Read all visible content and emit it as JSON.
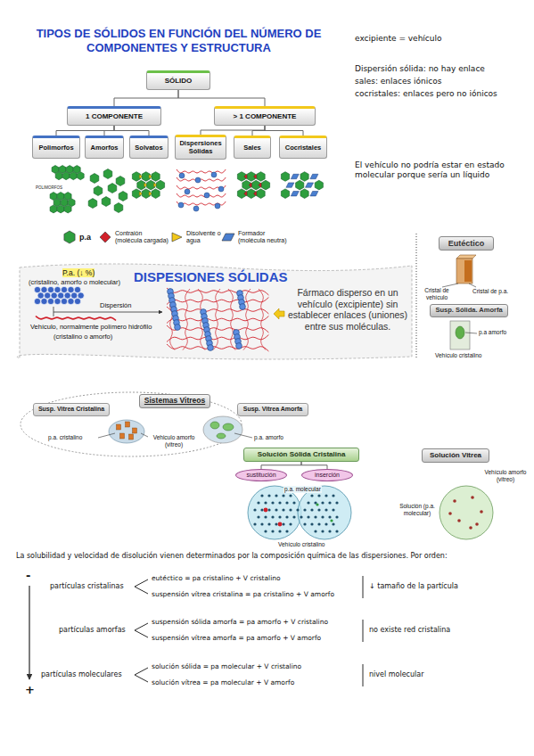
{
  "diagram": {
    "title": "TIPOS DE SÓLIDOS EN FUNCIÓN DEL NÚMERO DE COMPONENTES Y ESTRUCTURA",
    "nodes": [
      {
        "text": [
          "SÓLIDO"
        ]
      },
      {
        "text": [
          "1 COMPONENTE"
        ]
      },
      {
        "text": [
          "> 1 COMPONENTE"
        ]
      },
      {
        "text": [
          "Polimorfos"
        ]
      },
      {
        "text": [
          "Amorfos"
        ]
      },
      {
        "text": [
          "Solvatos"
        ]
      },
      {
        "text": [
          "Dispersiones Sólidas"
        ]
      },
      {
        "text": [
          "Sales"
        ]
      },
      {
        "text": [
          "Cocristales"
        ]
      },
      {
        "text": [
          "Eutéctico"
        ]
      },
      {
        "text": [
          "Susp. Sólida. Amorfa"
        ]
      },
      {
        "text": [
          "Susp. Vitrea Cristalina"
        ]
      },
      {
        "text": [
          "Sistemas Vitreos"
        ]
      },
      {
        "text": [
          "Susp. Vitrea Amorfa"
        ]
      },
      {
        "text": [
          "Solución Sólida Cristalina"
        ]
      },
      {
        "text": [
          "sustitución"
        ]
      },
      {
        "text": [
          "inserción"
        ]
      },
      {
        "text": [
          "Solución Vitrea"
        ]
      }
    ],
    "edges": [
      {
        "from": 0,
        "to": 1,
        "arrow": "none"
      },
      {
        "from": 0,
        "to": 2,
        "arrow": "none"
      },
      {
        "from": 1,
        "to": 3,
        "arrow": "none"
      },
      {
        "from": 1,
        "to": 4,
        "arrow": "none"
      },
      {
        "from": 1,
        "to": 5,
        "arrow": "none"
      },
      {
        "from": 2,
        "to": 6,
        "arrow": "none"
      },
      {
        "from": 2,
        "to": 7,
        "arrow": "none"
      },
      {
        "from": 2,
        "to": 8,
        "arrow": "none"
      },
      {
        "from": 14,
        "to": 15,
        "arrow": "none"
      },
      {
        "from": 14,
        "to": 16,
        "arrow": "none"
      }
    ],
    "labels": [
      "POLIMORFOS",
      "excipiente = vehículo",
      "Dispersión sólida: no hay enlace",
      "sales: enlaces iónicos",
      "cocristales: enlaces pero no iónicos",
      "El vehículo no podría estar en estado molecular porque sería un líquido",
      "DISPESIONES SÓLIDAS",
      "P.a. (↓ %)",
      "(cristalino, amorfo o molecular)",
      "Dispersión",
      "Vehículo, normalmente polímero hidrófilo",
      "(cristalino o amorfo)",
      "Fármaco disperso en un vehículo (excipiente) sin establecer enlaces (uniones) entre sus moléculas.",
      "Cristal de vehículo",
      "Cristal de p.a.",
      "p.a amorfo",
      "Vehículo cristalino",
      "p.a. cristalino",
      "Vehiculo amorfo (vitreo)",
      "p.a. amorfo",
      "p.a. molecular",
      "Vehículo cristalino",
      "Vehículo amorfo (vitreo)",
      "Solución (p.a. molecular)",
      "La solubilidad y velocidad de disolución vienen determinados por la composición química de las dispersiones. Por orden:",
      "-",
      "+",
      "partículas cristalinas",
      "eutéctico = pa cristalino + V cristalino",
      "suspensión vítrea cristalina = pa cristalino + V amorfo",
      "↓ tamaño de la partícula",
      "partículas amorfas",
      "suspensión sólida amorfa = pa amorfo + V cristalino",
      "suspensión vítrea amorfa = pa amorfo + V amorfo",
      "no existe red cristalina",
      "partículas moleculares",
      "solución sólida = pa molecular + V cristalino",
      "solución vítrea = pa molecular + V amorfo",
      "nivel molecular"
    ],
    "legend": [
      {
        "text": "p.a",
        "color": "#2e9e3e"
      },
      {
        "text": "Contraión (molécula cargada)",
        "color": "#d0202a"
      },
      {
        "text": "Disolvente o agua",
        "color": "#f2c81b"
      },
      {
        "text": "Formador (molécula neutra)",
        "color": "#4a7fd0"
      }
    ]
  }
}
